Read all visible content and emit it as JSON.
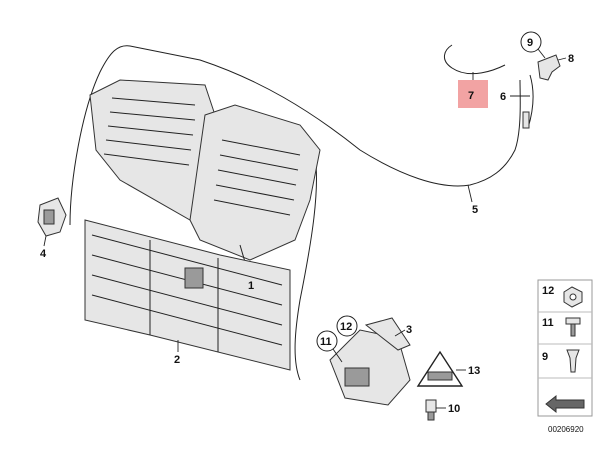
{
  "callouts": {
    "c1": "1",
    "c2": "2",
    "c3": "3",
    "c4": "4",
    "c5": "5",
    "c6": "6",
    "c7": "7",
    "c8": "8",
    "c9": "9",
    "c10": "10",
    "c11": "11",
    "c12": "12",
    "c13": "13"
  },
  "legend": {
    "l12": "12",
    "l11": "11",
    "l9": "9"
  },
  "catalog_number": "00206920",
  "colors": {
    "highlight": "#f2a3a3",
    "line": "#222222"
  }
}
